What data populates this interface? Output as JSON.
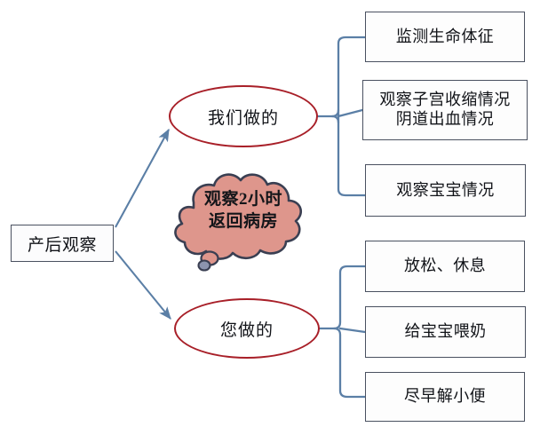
{
  "diagram": {
    "title": "产后观察",
    "root": {
      "label": "产后观察"
    },
    "cloud": {
      "label": "观察2小时\n返回病房",
      "fill_color": "#DE968C",
      "stroke_color": "#3A3F52"
    },
    "branches": [
      {
        "id": "we-do",
        "label": "我们做的",
        "ellipse_color": "#A81F28",
        "items": [
          {
            "label": "监测生命体征"
          },
          {
            "label": "观察子宫收缩情况\n阴道出血情况"
          },
          {
            "label": "观察宝宝情况"
          }
        ]
      },
      {
        "id": "you-do",
        "label": "您做的",
        "ellipse_color": "#A81F28",
        "items": [
          {
            "label": "放松、休息"
          },
          {
            "label": "给宝宝喂奶"
          },
          {
            "label": "尽早解小便"
          }
        ]
      }
    ],
    "colors": {
      "connector": "#5B7FA6",
      "box_border": "#4A5160",
      "box_fill": "#FDFDFD",
      "ellipse_stroke": "#A81F28",
      "text": "#111318",
      "background": "#FFFFFF"
    }
  }
}
